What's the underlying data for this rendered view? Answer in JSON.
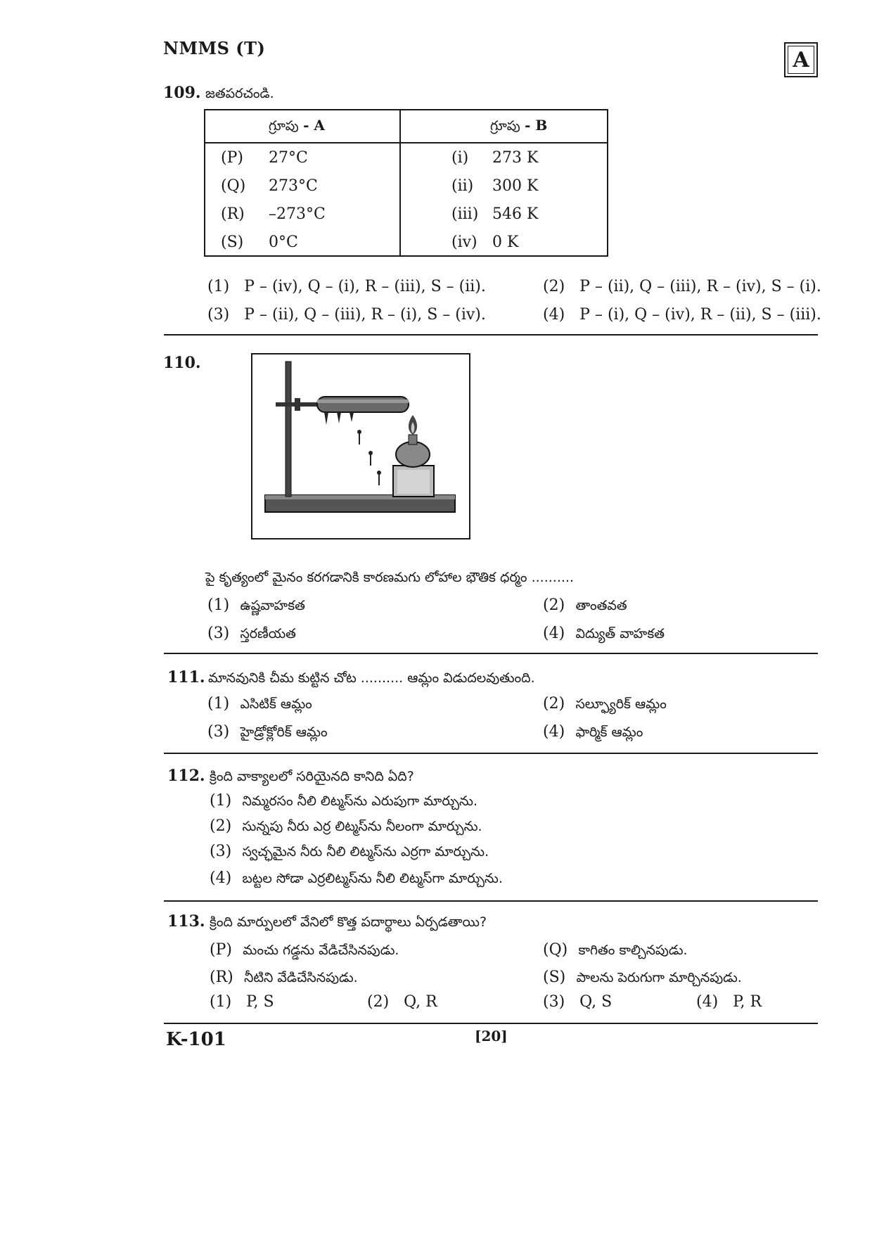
{
  "header": {
    "exam": "NMMS (T)",
    "set": "A"
  },
  "q109": {
    "num": "109.",
    "text": "జతపరచండి.",
    "group_a": {
      "label": "గ్రూపు",
      "suffix": "- A"
    },
    "group_b": {
      "label": "గ్రూపు",
      "suffix": "- B"
    },
    "rows": [
      {
        "a_key": "(P)",
        "a_val": "27°C",
        "b_key": "(i)",
        "b_val": "273 K"
      },
      {
        "a_key": "(Q)",
        "a_val": "273°C",
        "b_key": "(ii)",
        "b_val": "300 K"
      },
      {
        "a_key": "(R)",
        "a_val": "–273°C",
        "b_key": "(iii)",
        "b_val": "546 K"
      },
      {
        "a_key": "(S)",
        "a_val": "0°C",
        "b_key": "(iv)",
        "b_val": "0 K"
      }
    ],
    "options": [
      {
        "n": "(1)",
        "t": "P – (iv), Q – (i), R – (iii), S – (ii)."
      },
      {
        "n": "(2)",
        "t": "P – (ii), Q – (iii), R – (iv), S – (i)."
      },
      {
        "n": "(3)",
        "t": "P – (ii), Q – (iii), R – (i), S – (iv)."
      },
      {
        "n": "(4)",
        "t": "P – (i), Q – (iv), R – (ii), S – (iii)."
      }
    ]
  },
  "q110": {
    "num": "110.",
    "text": "పై కృత్యంలో మైనం కరగడానికి కారణమగు లోహాల భౌతిక ధర్మం ..........",
    "options": [
      {
        "n": "(1)",
        "t": "ఉష్ణవాహకత"
      },
      {
        "n": "(2)",
        "t": "తాంతవత"
      },
      {
        "n": "(3)",
        "t": "స్తరణీయత"
      },
      {
        "n": "(4)",
        "t": "విద్యుత్ వాహకత"
      }
    ]
  },
  "q111": {
    "num": "111.",
    "text": "మానవునికి చీమ కుట్టిన చోట .......... ఆమ్లం విడుదలవుతుంది.",
    "options": [
      {
        "n": "(1)",
        "t": "ఎసిటిక్ ఆమ్లం"
      },
      {
        "n": "(2)",
        "t": "సల్ఫ్యూరిక్ ఆమ్లం"
      },
      {
        "n": "(3)",
        "t": "హైడ్రోక్లోరిక్ ఆమ్లం"
      },
      {
        "n": "(4)",
        "t": "ఫార్మిక్ ఆమ్లం"
      }
    ]
  },
  "q112": {
    "num": "112.",
    "text": "క్రింది వాక్యాలలో సరియైనది కానిది ఏది?",
    "options": [
      {
        "n": "(1)",
        "t": "నిమ్మరసం నీలి లిట్మస్‌ను ఎరుపుగా మార్చును."
      },
      {
        "n": "(2)",
        "t": "సున్నపు నీరు ఎర్ర లిట్మస్‌ను నీలంగా మార్చును."
      },
      {
        "n": "(3)",
        "t": "స్వచ్ఛమైన నీరు నీలి లిట్మస్‌ను ఎర్రగా మార్చును."
      },
      {
        "n": "(4)",
        "t": "బట్టల సోడా ఎర్రలిట్మస్‌ను నీలి లిట్మస్‌గా మార్చును."
      }
    ]
  },
  "q113": {
    "num": "113.",
    "text": "క్రింది మార్పులలో వేనిలో కొత్త పదార్థాలు ఏర్పడతాయి?",
    "statements": [
      {
        "k": "(P)",
        "t": "మంచు గడ్డను వేడిచేసినపుడు."
      },
      {
        "k": "(Q)",
        "t": "కాగితం కాల్చినపుడు."
      },
      {
        "k": "(R)",
        "t": "నీటిని వేడిచేసినపుడు."
      },
      {
        "k": "(S)",
        "t": "పాలను పెరుగుగా మార్చినపుడు."
      }
    ],
    "options": [
      {
        "n": "(1)",
        "t": "P, S"
      },
      {
        "n": "(2)",
        "t": "Q, R"
      },
      {
        "n": "(3)",
        "t": "Q, S"
      },
      {
        "n": "(4)",
        "t": "P, R"
      }
    ]
  },
  "footer": {
    "code": "K-101",
    "page": "[20]"
  }
}
